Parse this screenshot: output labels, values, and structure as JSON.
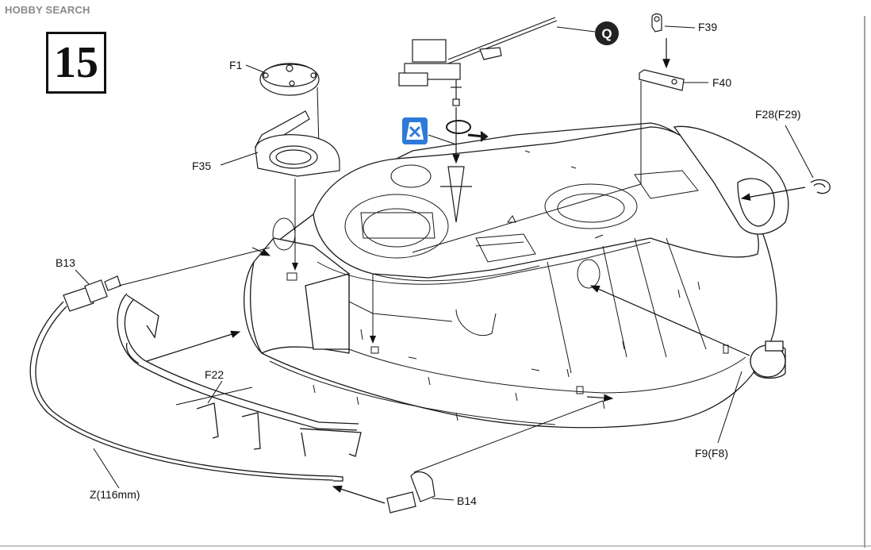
{
  "watermark": "HOBBY SEARCH",
  "step_number": "15",
  "callout_q": "Q",
  "labels": {
    "f1": "F1",
    "f35": "F35",
    "f39": "F39",
    "f40": "F40",
    "f28": "F28(F29)",
    "b13": "B13",
    "f22": "F22",
    "z": "Z(116mm)",
    "b14": "B14",
    "f9": "F9(F8)"
  },
  "icons": {
    "glue": "no-glue-icon",
    "rotate": "rotate-arrow-icon"
  },
  "colors": {
    "line": "#1a1a1a",
    "paper": "#ffffff",
    "glue_icon": "#2f7ad8"
  }
}
